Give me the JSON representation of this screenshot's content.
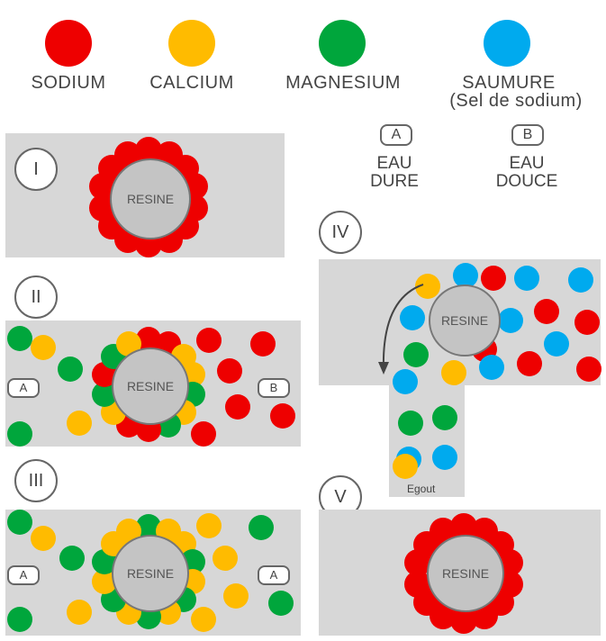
{
  "legend": [
    {
      "label": "SODIUM",
      "color": "#ee0000"
    },
    {
      "label": "CALCIUM",
      "color": "#ffbb00"
    },
    {
      "label": "MAGNESIUM",
      "color": "#00a63c"
    },
    {
      "label": "SAUMURE",
      "sublabel": "(Sel de sodium)",
      "color": "#00aaee"
    }
  ],
  "water_types": [
    {
      "letter": "A",
      "line1": "EAU",
      "line2": "DURE"
    },
    {
      "letter": "B",
      "line1": "EAU",
      "line2": "DOUCE"
    }
  ],
  "panels": {
    "p1": {
      "numeral": "I",
      "resin": "RESINE"
    },
    "p2": {
      "numeral": "II",
      "resin": "RESINE",
      "in": "A",
      "out": "B"
    },
    "p3": {
      "numeral": "III",
      "resin": "RESINE",
      "in": "A",
      "out": "A"
    },
    "p4": {
      "numeral": "IV",
      "resin": "RESINE",
      "drain": "Egout"
    },
    "p5": {
      "numeral": "V",
      "resin": "RESINE"
    }
  }
}
